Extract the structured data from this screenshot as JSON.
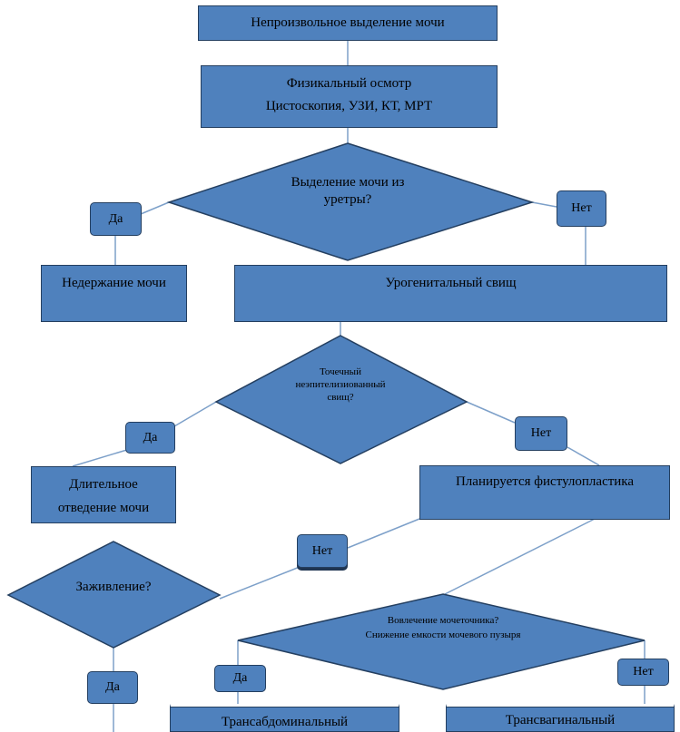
{
  "nodes": {
    "start": "Непроизвольное выделение мочи",
    "exam_line1": "Физикальный осмотр",
    "exam_line2": "Цистоскопия, УЗИ, КТ, МРТ",
    "q1_line1": "Выделение мочи из",
    "q1_line2": "уретры?",
    "incontinence": "Недержание мочи",
    "fistula": "Урогенитальный свищ",
    "q2_line1": "Точечный",
    "q2_line2": "неэпителизиованный",
    "q2_line3": "свищ?",
    "drainage_line1": "Длительное",
    "drainage_line2": "отведение мочи",
    "plan": "Планируется фистулопластика",
    "healing": "Заживление?",
    "q3_line1": "Вовлечение мочеточника?",
    "q3_line2": "Снижение емкости мочевого пузыря",
    "transabdominal": "Трансабдоминальный",
    "transvaginal": "Трансвагинальный"
  },
  "labels": {
    "yes1": "Да",
    "no1": "Нет",
    "yes2": "Да",
    "no2": "Нет",
    "no3": "Нет",
    "yes3": "Да",
    "yes4": "Да",
    "no4": "Нет"
  },
  "colors": {
    "fill": "#4f81bd",
    "stroke": "#243f60",
    "connector": "#7da0c9"
  }
}
